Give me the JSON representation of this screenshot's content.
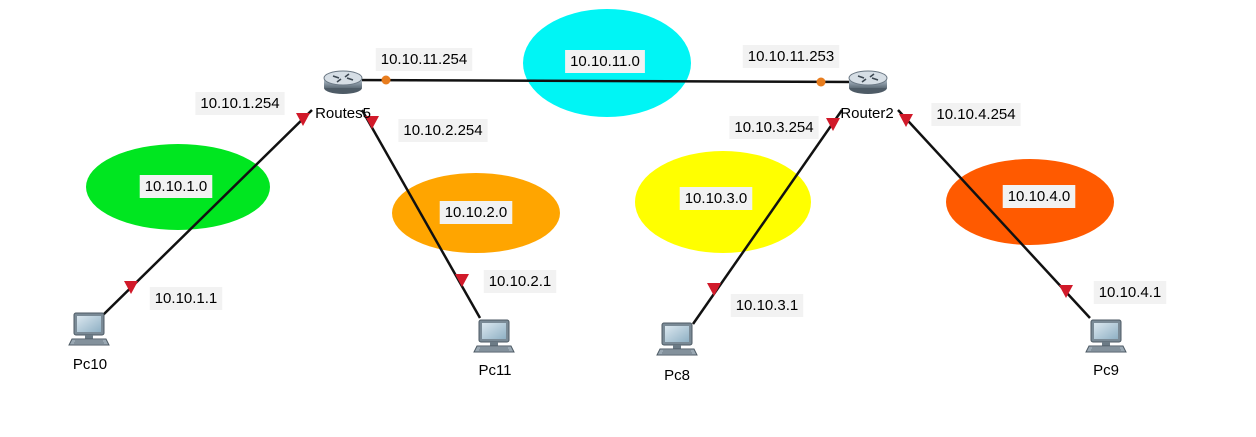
{
  "colors": {
    "net_10_10_1_0": "#00e620",
    "net_10_10_2_0": "#ffa500",
    "net_10_10_3_0": "#ffff00",
    "net_10_10_4_0": "#ff5a00",
    "net_10_10_11_0": "#00f5f5",
    "cable": "#111111",
    "port_copper": "#d11a2a",
    "port_serial": "#e87d1e",
    "label_bg": "#f2f2f2"
  },
  "networks": {
    "net1": "10.10.1.0",
    "net2": "10.10.2.0",
    "net3": "10.10.3.0",
    "net4": "10.10.4.0",
    "net11": "10.10.11.0"
  },
  "routers": {
    "r_left": {
      "name": "Routes5",
      "icon": "router-icon"
    },
    "r_right": {
      "name": "Router2",
      "icon": "router-icon"
    }
  },
  "pcs": {
    "pc10": {
      "name": "Pc10",
      "icon": "pc-icon"
    },
    "pc11": {
      "name": "Pc11",
      "icon": "pc-icon"
    },
    "pc8": {
      "name": "Pc8",
      "icon": "pc-icon"
    },
    "pc9": {
      "name": "Pc9",
      "icon": "pc-icon"
    }
  },
  "ips": {
    "r5_wan": "10.10.11.254",
    "r2_wan": "10.10.11.253",
    "r5_net1": "10.10.1.254",
    "r5_net2": "10.10.2.254",
    "r2_net3": "10.10.3.254",
    "r2_net4": "10.10.4.254",
    "pc10": "10.10.1.1",
    "pc11": "10.10.2.1",
    "pc8": "10.10.3.1",
    "pc9": "10.10.4.1"
  }
}
